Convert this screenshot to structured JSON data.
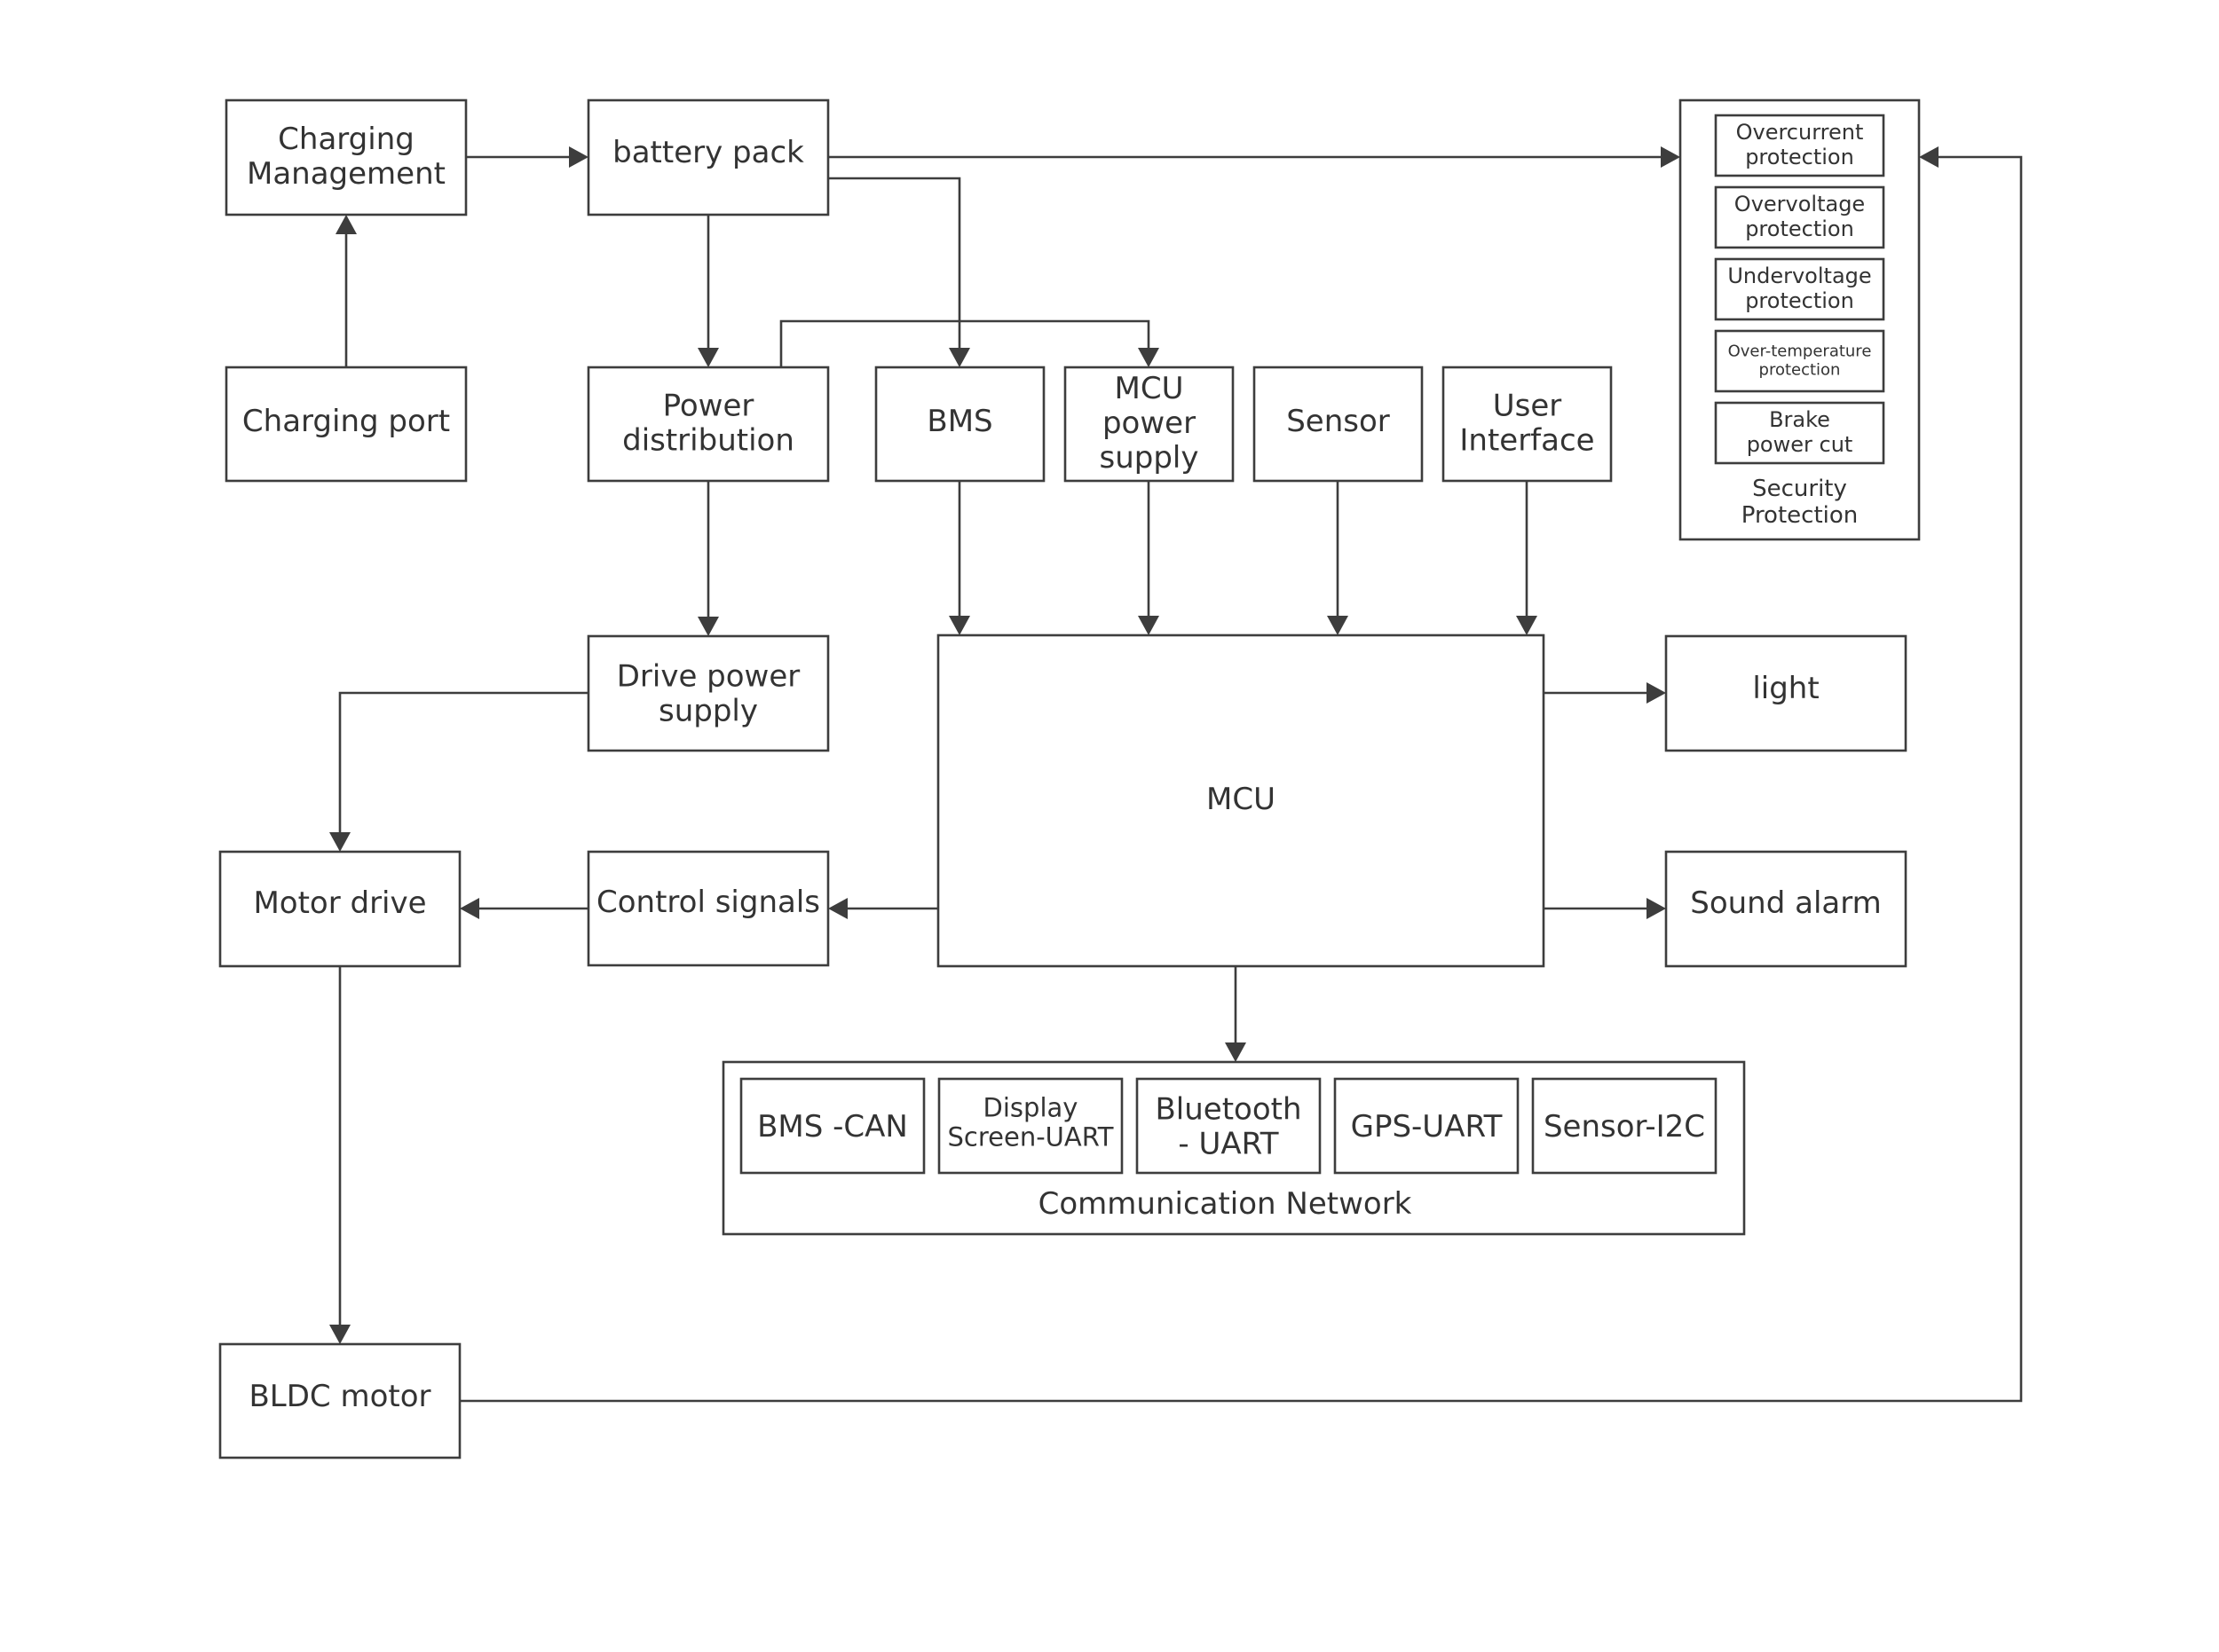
{
  "nodes": {
    "charging_management": "Charging\nManagement",
    "battery_pack": "battery pack",
    "charging_port": "Charging port",
    "power_distribution": "Power\ndistribution",
    "bms": "BMS",
    "mcu_power_supply": "MCU\npower\nsupply",
    "sensor": "Sensor",
    "user_interface": "User\nInterface",
    "drive_power_supply": "Drive power\nsupply",
    "mcu": "MCU",
    "light": "light",
    "sound_alarm": "Sound alarm",
    "motor_drive": "Motor drive",
    "control_signals": "Control signals",
    "bldc_motor": "BLDC motor"
  },
  "security": {
    "title": "Security\nProtection",
    "items": [
      "Overcurrent\nprotection",
      "Overvoltage\nprotection",
      "Undervoltage\nprotection",
      "Over-temperature\nprotection",
      "Brake\npower cut"
    ]
  },
  "network": {
    "title": "Communication Network",
    "items": [
      "BMS -CAN",
      "Display\nScreen-UART",
      "Bluetooth\n- UART",
      "GPS-UART",
      "Sensor-I2C"
    ]
  }
}
